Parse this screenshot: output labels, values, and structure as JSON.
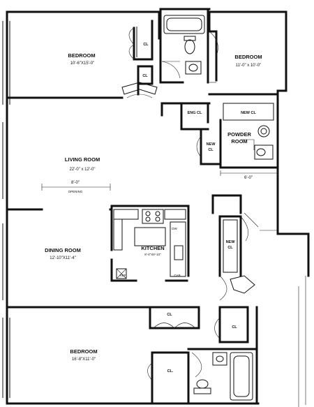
{
  "rooms": {
    "bedroom_top_left": {
      "name": "BEDROOM",
      "dims": "10'-6\"X15'-0\""
    },
    "bedroom_top_right": {
      "name": "BEDROOM",
      "dims": "11'-0\" x 10'-0\""
    },
    "living_room": {
      "name": "LIVING ROOM",
      "dims": "22'-0\" x 12'-0\""
    },
    "dining_room": {
      "name": "DINING ROOM",
      "dims": "12'-10\"X11'-4\""
    },
    "kitchen": {
      "name": "KITCHEN",
      "dims": "8'-4\"X8'-10\""
    },
    "bedroom_bottom": {
      "name": "BEDROOM",
      "dims": "16'-8\"X11'-0\""
    },
    "powder_room": {
      "line1": "POWDER",
      "line2": "ROOM"
    }
  },
  "closets": {
    "cl": "CL",
    "eng_cl": "ENG CL",
    "new_cl": "NEW CL",
    "new": "NEW",
    "cl_dot": "CL."
  },
  "dimensions": {
    "opening_width": "8'-0\"",
    "opening_label": "OPENING",
    "powder_width": "6'-0\""
  },
  "fixtures": {
    "dw": "DW",
    "ref": "REF",
    "cab": "CAB"
  }
}
